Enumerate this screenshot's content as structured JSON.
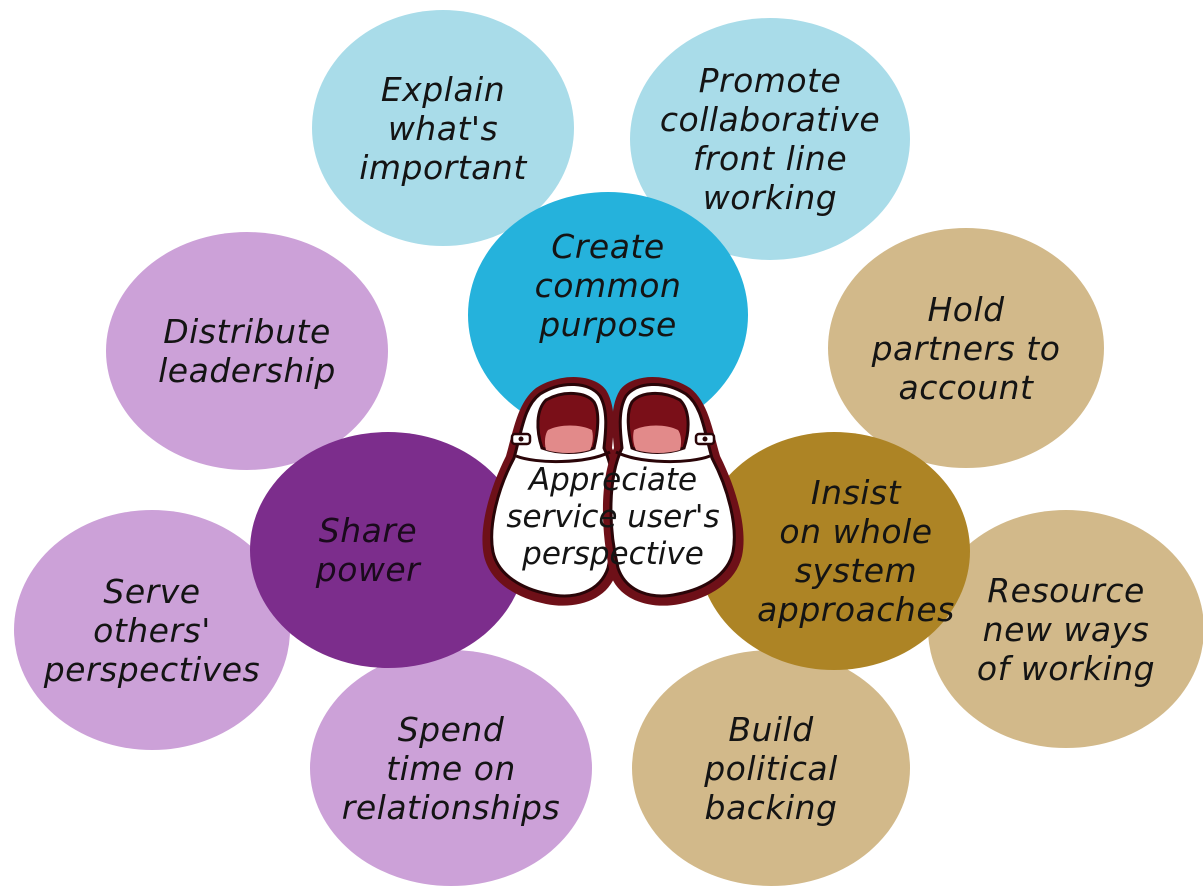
{
  "diagram": {
    "bubbles": {
      "explain": "Explain\nwhat's\nimportant",
      "promote": "Promote\ncollaborative\nfront line\nworking",
      "create": "Create\ncommon\npurpose",
      "distribute": "Distribute\nleadership",
      "hold": "Hold\npartners to\naccount",
      "share": "Share\npower",
      "insist": "Insist\non whole\nsystem\napproaches",
      "serve": "Serve\nothers'\nperspectives",
      "resource": "Resource\nnew ways\nof working",
      "spend": "Spend\ntime on\nrelationships",
      "build": "Build\npolitical\nbacking"
    },
    "center": {
      "label": "Appreciate\nservice user's\nperspective",
      "icon": "shoes-icon"
    },
    "colors": {
      "light_blue": "#a9dce9",
      "bright_blue": "#25b2dc",
      "light_purple": "#cca1d8",
      "dark_purple": "#7c2d8c",
      "light_tan": "#d2b98a",
      "dark_gold": "#ad8425",
      "shoe_outline": "#5c0a12"
    }
  }
}
